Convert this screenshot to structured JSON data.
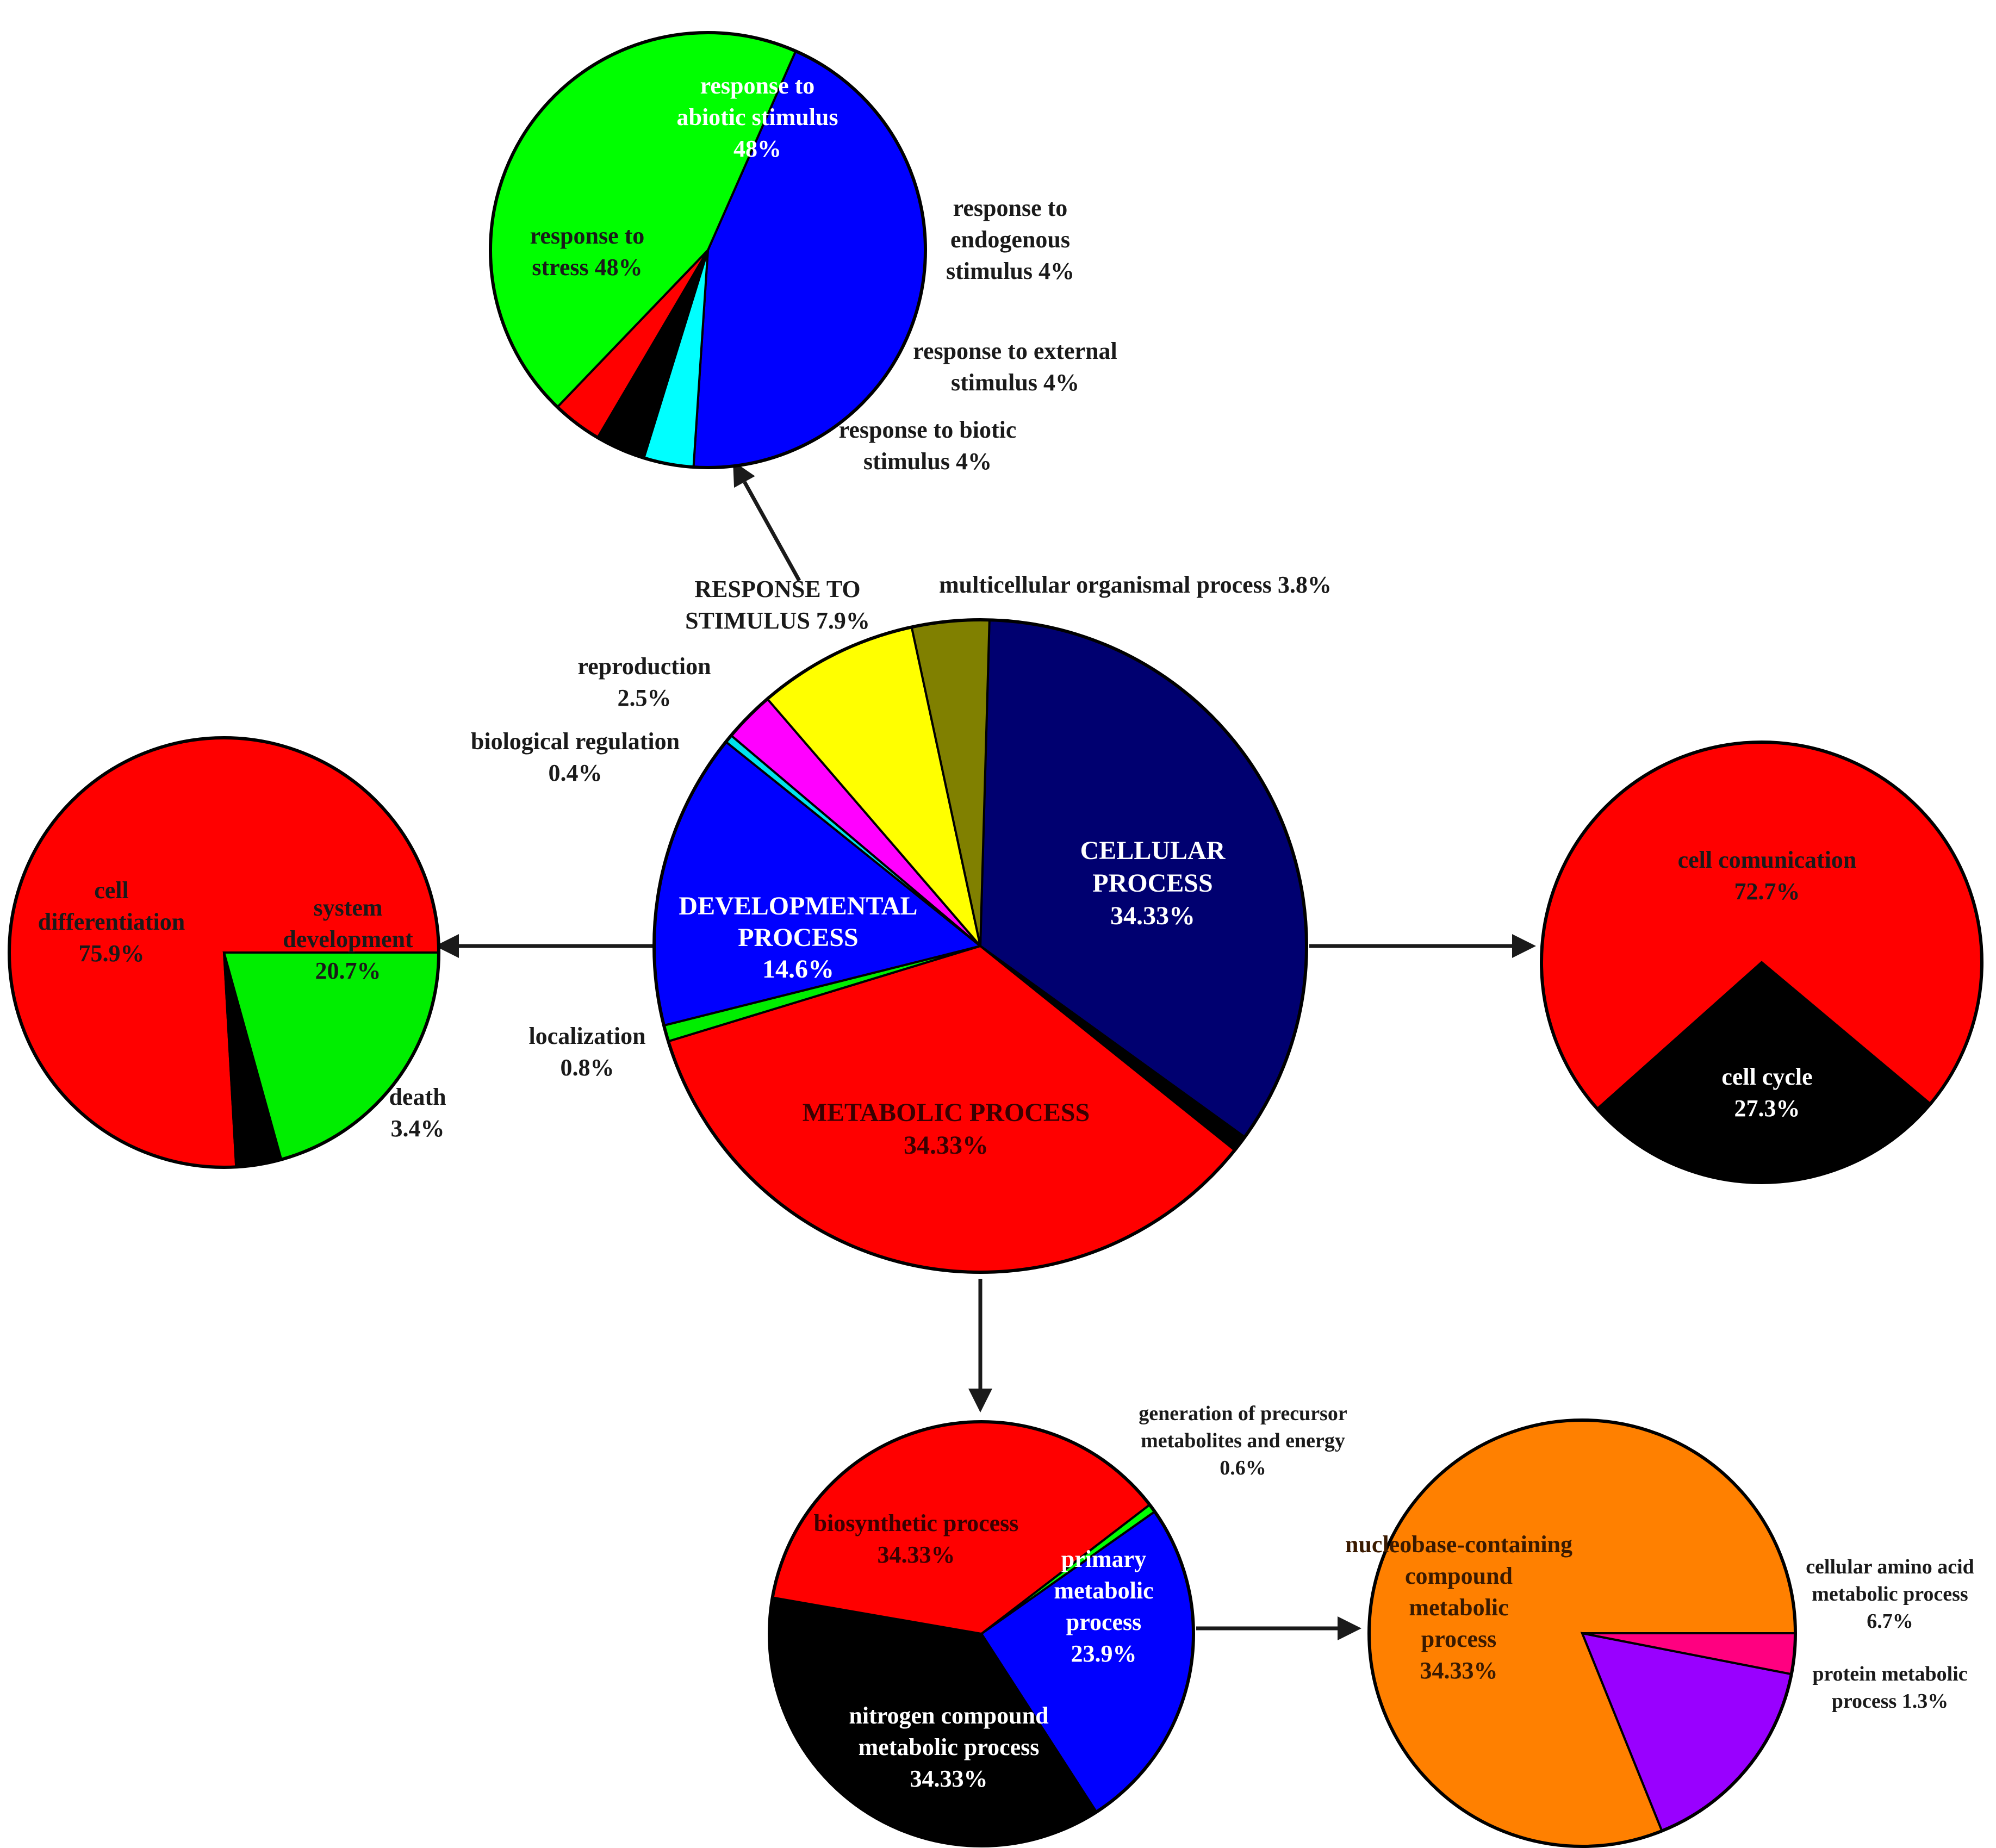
{
  "chart_data": [
    {
      "type": "pie",
      "name": "main",
      "slices": [
        {
          "label": [
            "CELLULAR",
            "PROCESS"
          ],
          "value": 34.33,
          "value_text": "34.33%",
          "color": "#000070",
          "text_color": "#ffffff"
        },
        {
          "label": [],
          "value": 0.8,
          "value_text": "",
          "color": "#000000",
          "text_color": "#000000"
        },
        {
          "label": [
            "METABOLIC PROCESS"
          ],
          "value": 34.33,
          "value_text": "34.33%",
          "color": "#ff0000",
          "text_color": "#3a0000"
        },
        {
          "label": [
            "localization"
          ],
          "value": 0.8,
          "value_text": "0.8%",
          "color": "#00ee00",
          "text_color": "#1a1a1a"
        },
        {
          "label": [
            "DEVELOPMENTAL",
            "PROCESS"
          ],
          "value": 14.6,
          "value_text": "14.6%",
          "color": "#0000ff",
          "text_color": "#ffffff"
        },
        {
          "label": [
            "biological regulation"
          ],
          "value": 0.4,
          "value_text": "0.4%",
          "color": "#00e5ee",
          "text_color": "#1a1a1a"
        },
        {
          "label": [
            "reproduction"
          ],
          "value": 2.5,
          "value_text": "2.5%",
          "color": "#ff00ff",
          "text_color": "#1a1a1a"
        },
        {
          "label": [
            "RESPONSE TO",
            "STIMULUS 7.9%"
          ],
          "value": 7.9,
          "value_text": "",
          "color": "#ffff00",
          "text_color": "#1a1a1a"
        },
        {
          "label": [
            "multicellular organismal process 3.8%"
          ],
          "value": 3.8,
          "value_text": "",
          "color": "#808000",
          "text_color": "#1a1a1a"
        }
      ]
    },
    {
      "type": "pie",
      "name": "response-to-stimulus",
      "slices": [
        {
          "label": [
            "response to",
            "abiotic stimulus"
          ],
          "value": 48,
          "value_text": "48%",
          "color": "#0000ff",
          "text_color": "#ffffff"
        },
        {
          "label": [
            "response to",
            "endogenous",
            "stimulus 4%"
          ],
          "value": 4,
          "value_text": "",
          "color": "#00ffff",
          "text_color": "#1a1a1a"
        },
        {
          "label": [
            "response to external",
            "stimulus 4%"
          ],
          "value": 4,
          "value_text": "",
          "color": "#000000",
          "text_color": "#1a1a1a"
        },
        {
          "label": [
            "response to biotic",
            "stimulus 4%"
          ],
          "value": 4,
          "value_text": "",
          "color": "#ff0000",
          "text_color": "#1a1a1a"
        },
        {
          "label": [
            "response to",
            "stress 48%"
          ],
          "value": 48,
          "value_text": "",
          "color": "#00ff00",
          "text_color": "#1a1a1a"
        }
      ]
    },
    {
      "type": "pie",
      "name": "developmental-process",
      "slices": [
        {
          "label": [
            "cell",
            "differentiation"
          ],
          "value": 75.9,
          "value_text": "75.9%",
          "color": "#ff0000",
          "text_color": "#1a1a1a"
        },
        {
          "label": [
            "death"
          ],
          "value": 3.4,
          "value_text": "3.4%",
          "color": "#000000",
          "text_color": "#1a1a1a"
        },
        {
          "label": [
            "system",
            "development"
          ],
          "value": 20.7,
          "value_text": "20.7%",
          "color": "#00ee00",
          "text_color": "#1a1a1a"
        }
      ]
    },
    {
      "type": "pie",
      "name": "cellular-process",
      "slices": [
        {
          "label": [
            "cell comunication"
          ],
          "value": 72.7,
          "value_text": "72.7%",
          "color": "#ff0000",
          "text_color": "#1a1a1a"
        },
        {
          "label": [
            "cell cycle"
          ],
          "value": 27.3,
          "value_text": "27.3%",
          "color": "#000000",
          "text_color": "#ffffff"
        }
      ]
    },
    {
      "type": "pie",
      "name": "metabolic-process",
      "slices": [
        {
          "label": [
            "generation of precursor",
            "metabolites and energy"
          ],
          "value": 0.6,
          "value_text": "0.6%",
          "color": "#00ff00",
          "text_color": "#1a1a1a"
        },
        {
          "label": [
            "primary",
            "metabolic",
            "process"
          ],
          "value": 23.9,
          "value_text": "23.9%",
          "color": "#0000ff",
          "text_color": "#ffffff"
        },
        {
          "label": [
            "nitrogen compound",
            "metabolic process"
          ],
          "value": 34.33,
          "value_text": "34.33%",
          "color": "#000000",
          "text_color": "#ffffff"
        },
        {
          "label": [
            "biosynthetic process"
          ],
          "value": 34.33,
          "value_text": "34.33%",
          "color": "#ff0000",
          "text_color": "#3a0000"
        }
      ]
    },
    {
      "type": "pie",
      "name": "primary-metabolic-process",
      "slices": [
        {
          "label": [
            "nucleobase-containing",
            "compound",
            "metabolic",
            "process"
          ],
          "value": 34.33,
          "value_text": "34.33%",
          "color": "#ff8000",
          "text_color": "#3a1a00"
        },
        {
          "label": [
            "cellular amino acid",
            "metabolic process"
          ],
          "value": 6.7,
          "value_text": "6.7%",
          "color": "#9900ff",
          "text_color": "#1a1a1a"
        },
        {
          "label": [
            "protein metabolic",
            "process 1.3%"
          ],
          "value": 1.3,
          "value_text": "",
          "color": "#ff0080",
          "text_color": "#1a1a1a"
        }
      ]
    }
  ]
}
